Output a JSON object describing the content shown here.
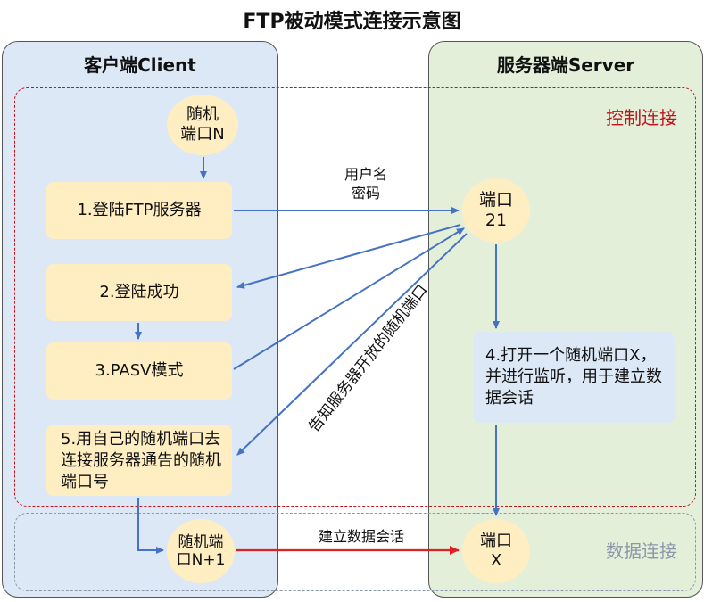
{
  "title": "FTP被动模式连接示意图",
  "client": {
    "title": "客户端Client",
    "random_port": "随机\n端口N",
    "step1": "1.登陆FTP服务器",
    "step2": "2.登陆成功",
    "step3": "3.PASV模式",
    "step5": "5.用自己的随机端口去连接服务器通告的随机端口号",
    "port_n1": "随机端\n口N+1"
  },
  "server": {
    "title": "服务器端Server",
    "port21": "端口\n21",
    "step4": "4.打开一个随机端口X，并进行监听，用于建立数据会话",
    "portX": "端口\nX"
  },
  "zones": {
    "control": "控制连接",
    "data": "数据连接"
  },
  "labels": {
    "credentials": "用户名\n密码",
    "notify": "告知服务器开放的随机端口",
    "data_session": "建立数据会话"
  },
  "colors": {
    "client_bg": "#dce8f5",
    "server_bg": "#e3efd9",
    "node_fill": "#ffeec2",
    "control_border": "#c0141c",
    "data_border": "#8c98aa",
    "arrow_blue": "#4472c4",
    "arrow_red": "#e02020"
  }
}
